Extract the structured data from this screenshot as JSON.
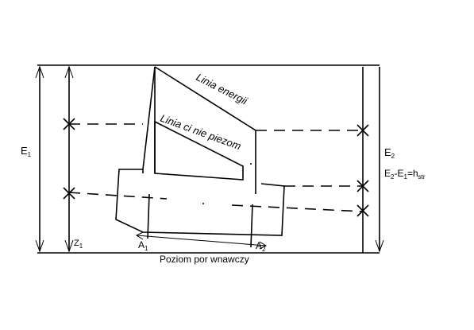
{
  "labels": {
    "energy_line": "Linia energii",
    "piezo_line": "Linia ci nie  piezom",
    "reference_level": "Poziom por  wnawczy",
    "e1": {
      "base": "E",
      "sub": "1"
    },
    "e2": {
      "base": "E",
      "sub": "2"
    },
    "z1": {
      "base": "Z",
      "sub": "1"
    },
    "a1": {
      "base": "A",
      "sub": "1"
    },
    "a2": {
      "base": "A",
      "sub": "2"
    },
    "loss": {
      "e2": "E",
      "e2_sub": "2",
      "minus": "-",
      "e1": "E",
      "e1_sub": "1",
      "equals": "=h",
      "h_sub": "str"
    }
  }
}
